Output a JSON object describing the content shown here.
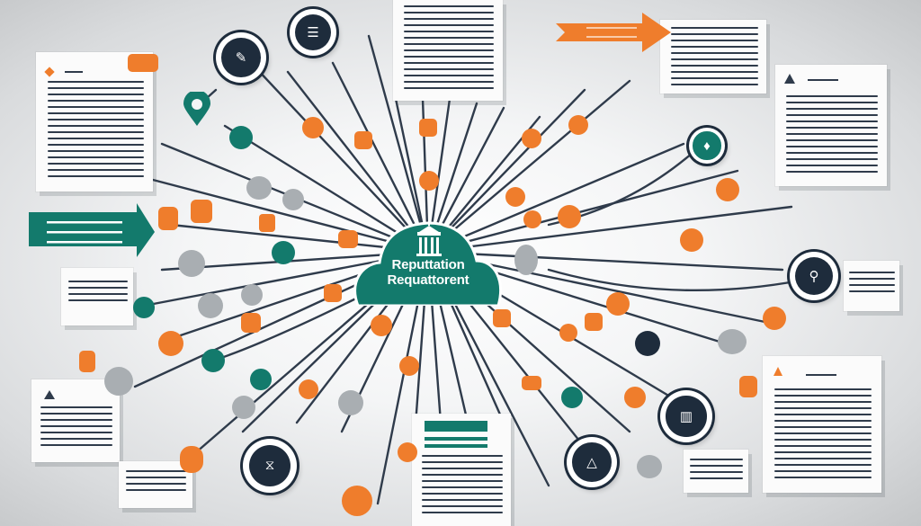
{
  "illustration": {
    "subject": "Reputation network infographic",
    "center_label": {
      "line1": "Reputtation",
      "line2": "Requattorent"
    },
    "colors": {
      "teal": "#137a6c",
      "orange": "#ef7d2c",
      "navy": "#1e2c3c",
      "grey": "#a9aeb2",
      "line": "#2f3b4b",
      "paper": "#fbfbfb",
      "background": "#e4e6e8"
    },
    "icons": {
      "center": "building-icon",
      "top_left_badge": "document-icon",
      "top_badge": "checklist-icon",
      "right_badge": "tag-icon",
      "right_teal_badge": "shield-icon",
      "bottom_right_badge": "bars-chart-icon",
      "bottom_center_badge": "pyramid-icon",
      "bottom_left_badge": "chart-icon",
      "location_pin": "location-pin-icon"
    },
    "banner": {
      "lines": 3
    },
    "arrow": {
      "direction": "right"
    }
  }
}
